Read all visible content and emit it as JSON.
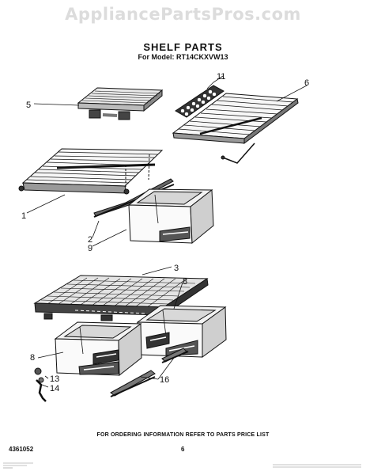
{
  "watermark": "AppliancePartsPros.com",
  "title": "SHELF PARTS",
  "subtitle": "For Model: RT14CKXVW13",
  "footer_note": "FOR ORDERING INFORMATION REFER TO PARTS PRICE LIST",
  "doc_number": "4361052",
  "page_number": "6",
  "callouts": {
    "c11": "11",
    "c6": "6",
    "c5": "5",
    "c1": "1",
    "c2": "2",
    "c9": "9",
    "c3": "3",
    "c8a": "8",
    "c8b": "8",
    "c13": "13",
    "c14": "14",
    "c16": "16"
  }
}
